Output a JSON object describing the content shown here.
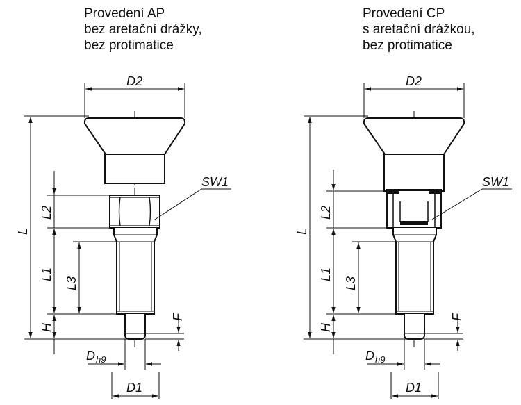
{
  "left_view": {
    "caption": [
      "Provedení AP",
      "bez aretační drážky,",
      "bez protimatice"
    ]
  },
  "right_view": {
    "caption": [
      "Provedení CP",
      "s aretační drážkou,",
      "bez protimatice"
    ]
  },
  "labels": {
    "D2": "D2",
    "SW1": "SW1",
    "L": "L",
    "L1": "L1",
    "L2": "L2",
    "L3": "L3",
    "H": "H",
    "F": "F",
    "D": "D",
    "h9": "h9",
    "D1": "D1"
  }
}
